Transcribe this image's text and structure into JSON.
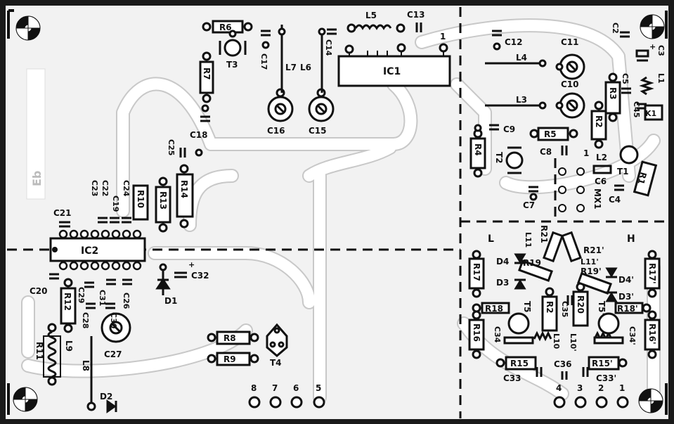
{
  "board": {
    "colors": {
      "background": "#1a1a1a",
      "pcb": "#f2f2f2",
      "trace": "#ffffff",
      "ink": "#111111"
    },
    "logo_text": "Eb",
    "sections": {
      "low": "L",
      "high": "H"
    },
    "components": {
      "IC1": "IC1",
      "IC2": "IC2",
      "R1": "R1",
      "R2": "R2",
      "R3": "R3",
      "R4": "R4",
      "R5": "R5",
      "R6": "R6",
      "R7": "R7",
      "R8": "R8",
      "R9": "R9",
      "R10": "R10",
      "R11": "R11",
      "R12": "R12",
      "R13": "R13",
      "R14": "R14",
      "R15": "R15",
      "R15p": "R15'",
      "R16": "R16",
      "R16p": "R16'",
      "R17": "R17",
      "R17p": "R17'",
      "R18": "R18",
      "R18p": "R18'",
      "R19": "R19",
      "R19p": "R19'",
      "R20": "R20",
      "R21": "R21",
      "R21p": "R21'",
      "R22": "R2",
      "C2": "C2",
      "C3": "C3",
      "C4": "C4",
      "C5": "C5",
      "C6": "C6",
      "C7": "C7",
      "C8": "C8",
      "C9": "C9",
      "C10": "C10",
      "C11": "C11",
      "C12": "C12",
      "C13": "C13",
      "C14": "C14",
      "C15": "C15",
      "C16": "C16",
      "C17": "C17",
      "C18": "C18",
      "C19": "C19",
      "C20": "C20",
      "C21": "C21",
      "C22": "C22",
      "C23": "C23",
      "C24": "C24",
      "C25": "C25",
      "C26": "C26",
      "C27": "C27",
      "C28": "C28",
      "C29": "C29",
      "C30": "C30",
      "C31": "C31",
      "C32": "C32",
      "C33": "C33",
      "C33p": "C33'",
      "C34": "C34",
      "C34p": "C34'",
      "C35": "C35",
      "C36": "C36",
      "C45": "C45",
      "L1": "L1",
      "L2": "L2",
      "L3": "L3",
      "L4": "L4",
      "L5": "L5",
      "L6": "L6",
      "L7": "L7",
      "L8": "L8",
      "L9": "L9",
      "L10": "L10",
      "L10p": "L10'",
      "L11": "L11",
      "L11p": "L11'",
      "T1": "T1",
      "T2": "T2",
      "T3": "T3",
      "T4": "T4",
      "T5": "T5",
      "T5p": "T5'",
      "D1": "D1",
      "D2": "D2",
      "D3": "D3",
      "D3p": "D3'",
      "D4": "D4",
      "D4p": "D4'",
      "K1": "K1",
      "MX1": "MX1",
      "pin1": "1",
      "plus": "+"
    },
    "connectors_left": [
      "8",
      "7",
      "6",
      "5"
    ],
    "connectors_right": [
      "4",
      "3",
      "2",
      "1"
    ]
  }
}
